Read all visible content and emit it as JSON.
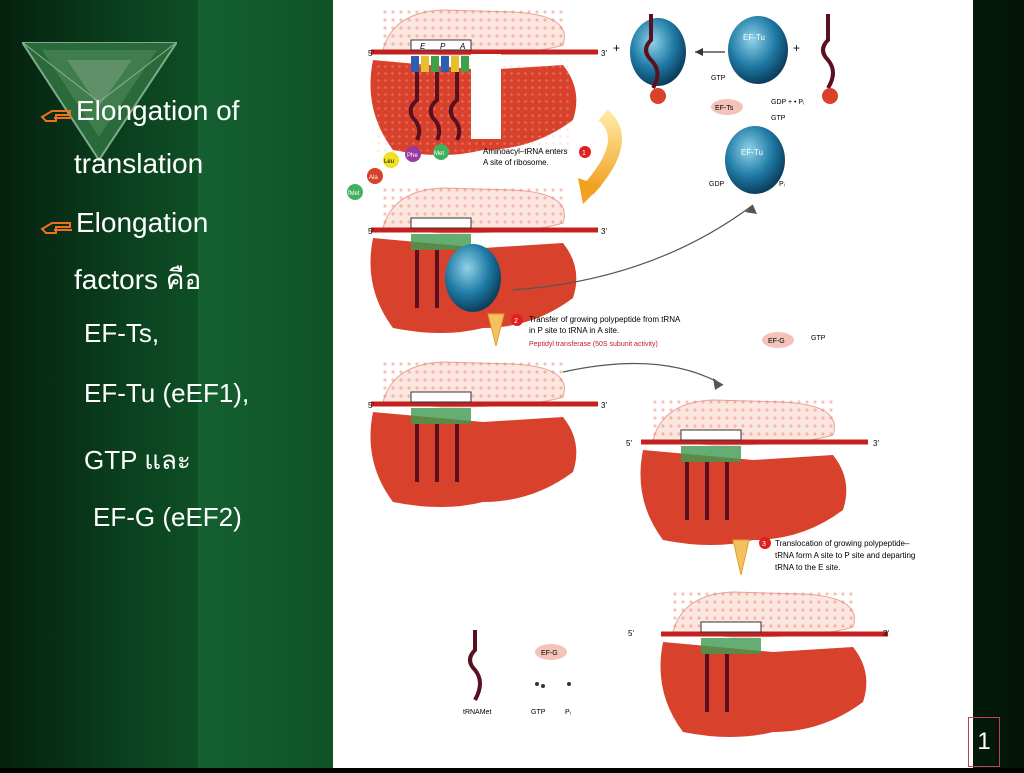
{
  "slide": {
    "bullets": [
      {
        "line1": "Elongation of",
        "line2": "translation"
      },
      {
        "line1": "Elongation",
        "line2": "factors  คือ"
      }
    ],
    "factors": [
      "EF-Ts,",
      "EF-Tu (eEF1),",
      "GTP และ",
      "EF-G (eEF2)"
    ],
    "page_number": "1"
  },
  "figure": {
    "sites": [
      "E",
      "P",
      "A"
    ],
    "five_prime": "5'",
    "three_prime": "3'",
    "plus": "+",
    "ef_tu": "EF-Tu",
    "ef_ts": "EF-Ts",
    "ef_g": "EF-G",
    "gtp": "GTP",
    "gdp": "GDP",
    "gdp_pi": "GDP + • Pᵢ",
    "pi": "Pᵢ",
    "trna_met": "tRNAMet",
    "chain1": [
      "fMet",
      "Ala",
      "Leu",
      "Phe",
      "Met"
    ],
    "chain_ala": "Ala",
    "step1_label": "Aminoacyl–tRNA enters",
    "step1_label2": "A site of ribosome.",
    "step1_num": "1",
    "step2_label": "Transfer of growing polypeptide from tRNA",
    "step2_label2": "in P site to tRNA in A site.",
    "step2_sub": "Peptidyl transferase (50S subunit activity)",
    "step2_num": "2",
    "step3_label": "Translocation of growing polypeptide–",
    "step3_label2": "tRNA form A site to P site and departing",
    "step3_label3": "tRNA to the E site.",
    "step3_num": "3",
    "colors": {
      "ribosome": "#d8412c",
      "mrna": "#c42020",
      "ef_tu": "#1e6f9a",
      "step_num": "#e02020"
    }
  }
}
